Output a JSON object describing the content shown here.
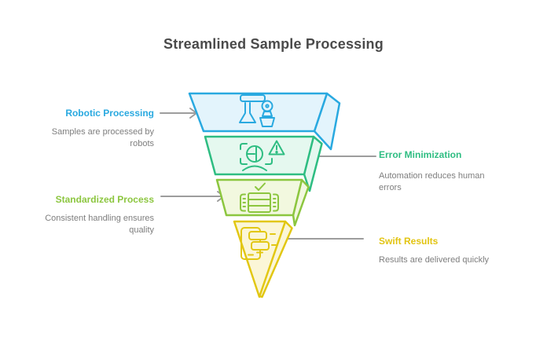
{
  "title": "Streamlined Sample Processing",
  "funnel": {
    "type": "inverted-pyramid-4-levels",
    "levels": [
      {
        "label": "Robotic Processing",
        "description": "Samples are processed by robots",
        "side": "left",
        "accent_color": "#29a9e0",
        "fill_color": "#e3f4fc",
        "icon": "robotic-arm-icon"
      },
      {
        "label": "Error Minimization",
        "description": "Automation reduces human errors",
        "side": "right",
        "accent_color": "#2ebd82",
        "fill_color": "#e5f8ef",
        "icon": "face-scan-warning-icon"
      },
      {
        "label": "Standardized Process",
        "description": "Consistent handling ensures quality",
        "side": "left",
        "accent_color": "#8cc63f",
        "fill_color": "#f2f8df",
        "icon": "machine-check-icon"
      },
      {
        "label": "Swift Results",
        "description": "Results are delivered quickly",
        "side": "right",
        "accent_color": "#e2c713",
        "fill_color": "#fbf6d7",
        "icon": "phone-results-icon"
      }
    ]
  },
  "colors": {
    "title_text": "#4a4a4a",
    "description_text": "#7e7e7e",
    "connector_gray": "#9d9d9d",
    "background": "#ffffff"
  }
}
